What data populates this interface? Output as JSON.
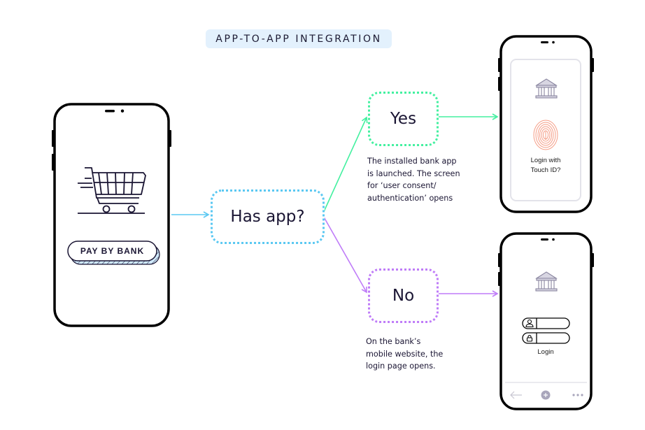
{
  "title": "APP-TO-APP INTEGRATION",
  "merchant_phone": {
    "cart_icon": "shopping-cart-icon",
    "button_label": "PAY BY BANK"
  },
  "decision": {
    "label": "Has app?"
  },
  "branches": {
    "yes": {
      "label": "Yes",
      "description": "The installed bank app\nis launched. The screen\nfor ‘user consent/\nauthentication’ opens"
    },
    "no": {
      "label": "No",
      "description": "On the bank’s\nmobile website, the\nlogin page opens."
    }
  },
  "bank_app_phone": {
    "bank_icon": "bank-icon",
    "fingerprint_icon": "fingerprint-icon",
    "prompt": "Login with\nTouch ID?"
  },
  "web_login_phone": {
    "bank_icon": "bank-icon",
    "username_icon": "user-icon",
    "password_icon": "lock-icon",
    "login_label": "Login",
    "nav": [
      "back-arrow-icon",
      "plus-icon",
      "more-icon"
    ]
  },
  "colors": {
    "decision": "#5ac8f2",
    "yes": "#43f0a0",
    "no": "#bf7cf8",
    "ink": "#1a1533",
    "title_bg": "#e3f1fd",
    "fingerprint": "#f4937a",
    "bank_icon": "#8a86a0"
  }
}
